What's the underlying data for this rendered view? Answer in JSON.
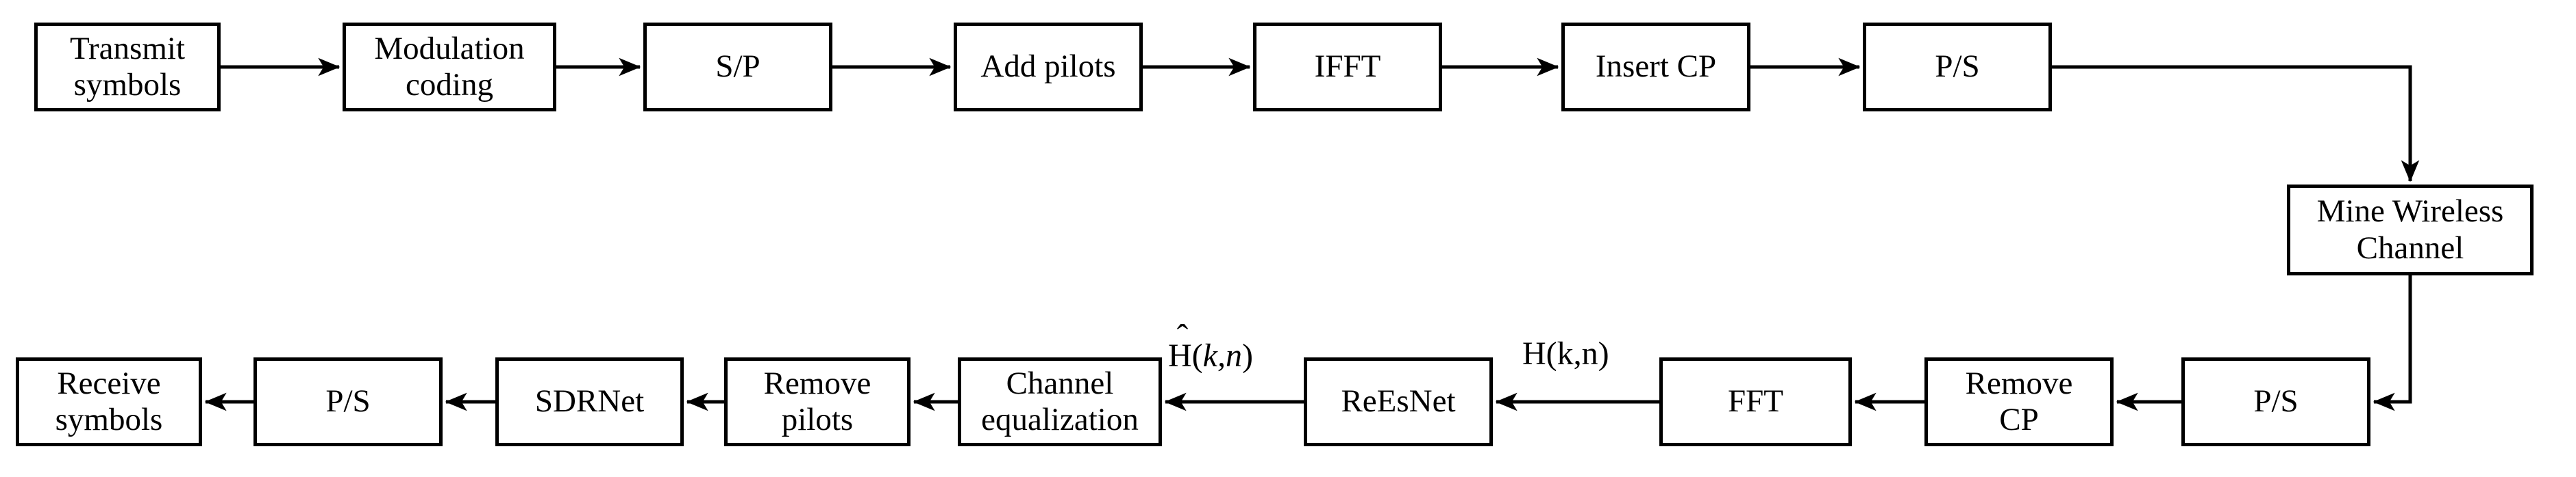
{
  "figure": {
    "description": "OFDM transceiver block diagram with mine wireless channel and neural-network channel estimation",
    "colors": {
      "background": "#ffffff",
      "line": "#000000",
      "text": "#000000"
    }
  },
  "blocks": {
    "top_row": [
      {
        "id": "transmit-symbols",
        "label": "Transmit\nsymbols"
      },
      {
        "id": "modulation-coding",
        "label": "Modulation\ncoding"
      },
      {
        "id": "serial-to-parallel",
        "label": "S/P"
      },
      {
        "id": "add-pilots",
        "label": "Add pilots"
      },
      {
        "id": "ifft",
        "label": "IFFT"
      },
      {
        "id": "insert-cp",
        "label": "Insert CP"
      },
      {
        "id": "parallel-to-serial",
        "label": "P/S"
      }
    ],
    "channel": {
      "id": "mine-wireless-channel",
      "label": "Mine Wireless\nChannel"
    },
    "bottom_row": [
      {
        "id": "parallel-to-serial-rx",
        "label": "P/S"
      },
      {
        "id": "remove-cp",
        "label": "Remove\nCP"
      },
      {
        "id": "fft",
        "label": "FFT"
      },
      {
        "id": "reesnet",
        "label": "ReEsNet"
      },
      {
        "id": "channel-equalization",
        "label": "Channel\nequalization"
      },
      {
        "id": "remove-pilots",
        "label": "Remove\npilots"
      },
      {
        "id": "sdrnet",
        "label": "SDRNet"
      },
      {
        "id": "serial-to-parallel-rx",
        "label": "P/S"
      },
      {
        "id": "receive-symbols",
        "label": "Receive\nsymbols"
      }
    ]
  },
  "edge_labels": [
    {
      "id": "estimated-channel-response",
      "hat": "ˆ",
      "base": "H(",
      "vars": "k,n",
      "close": ")"
    },
    {
      "id": "channel-response",
      "text": "H(k,n)"
    }
  ]
}
